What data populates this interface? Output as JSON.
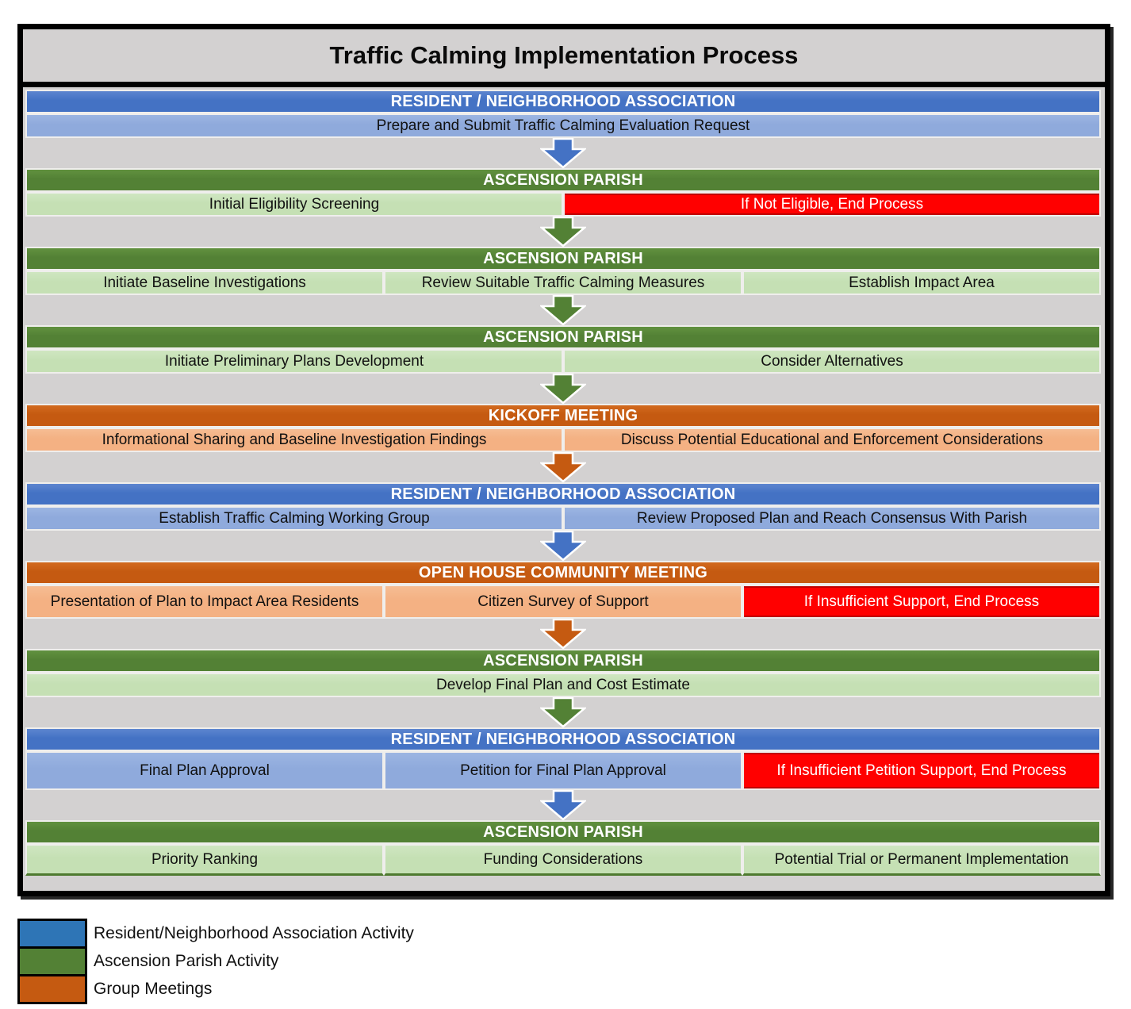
{
  "title": "Traffic Calming Implementation Process",
  "colors": {
    "resident_header": "#4472C4",
    "resident_light": "#8FAADC",
    "parish_header": "#538135",
    "parish_light": "#C5E0B4",
    "meeting_header": "#C55A11",
    "meeting_light": "#F4B183",
    "end_process_red": "#FF0000",
    "legend_resident_blue": "#2E75B6",
    "panel_gray": "#D3D1D1"
  },
  "bands": [
    {
      "type": "resident",
      "header": "RESIDENT / NEIGHBORHOOD ASSOCIATION",
      "cells": [
        {
          "label": "Prepare and Submit Traffic Calming Evaluation Request"
        }
      ],
      "arrow": "resident"
    },
    {
      "type": "parish",
      "header": "ASCENSION PARISH",
      "cells": [
        {
          "label": "Initial Eligibility Screening"
        },
        {
          "label": "If Not Eligible, End Process",
          "variant": "end-process"
        }
      ],
      "arrow": "parish"
    },
    {
      "type": "parish",
      "header": "ASCENSION PARISH",
      "cells": [
        {
          "label": "Initiate Baseline Investigations"
        },
        {
          "label": "Review Suitable Traffic Calming Measures"
        },
        {
          "label": "Establish Impact Area"
        }
      ],
      "arrow": "parish"
    },
    {
      "type": "parish",
      "header": "ASCENSION PARISH",
      "cells": [
        {
          "label": "Initiate Preliminary Plans Development"
        },
        {
          "label": "Consider Alternatives"
        }
      ],
      "arrow": "parish"
    },
    {
      "type": "meeting",
      "header": "KICKOFF MEETING",
      "cells": [
        {
          "label": "Informational Sharing and Baseline Investigation Findings"
        },
        {
          "label": "Discuss Potential Educational and Enforcement Considerations"
        }
      ],
      "arrow": "meeting"
    },
    {
      "type": "resident",
      "header": "RESIDENT / NEIGHBORHOOD ASSOCIATION",
      "cells": [
        {
          "label": "Establish Traffic Calming Working Group"
        },
        {
          "label": "Review Proposed Plan and Reach Consensus With Parish"
        }
      ],
      "arrow": "resident"
    },
    {
      "type": "meeting",
      "header": "OPEN HOUSE COMMUNITY MEETING",
      "cells": [
        {
          "label": "Presentation of Plan to Impact Area Residents"
        },
        {
          "label": "Citizen Survey of Support"
        },
        {
          "label": "If Insufficient Support, End Process",
          "variant": "end-process"
        }
      ],
      "arrow": "meeting"
    },
    {
      "type": "parish",
      "header": "ASCENSION PARISH",
      "cells": [
        {
          "label": "Develop Final Plan and Cost Estimate"
        }
      ],
      "arrow": "parish"
    },
    {
      "type": "resident",
      "header": "RESIDENT / NEIGHBORHOOD ASSOCIATION",
      "cells": [
        {
          "label": "Final Plan Approval"
        },
        {
          "label": "Petition for Final Plan Approval"
        },
        {
          "label": "If Insufficient Petition Support, End Process",
          "variant": "end-process"
        }
      ],
      "arrow": "resident"
    },
    {
      "type": "parish",
      "header": "ASCENSION PARISH",
      "cells": [
        {
          "label": "Priority Ranking"
        },
        {
          "label": "Funding Considerations"
        },
        {
          "label": "Potential Trial or Permanent Implementation"
        }
      ],
      "arrow": null
    }
  ],
  "legend": [
    {
      "type": "resident",
      "label": "Resident/Neighborhood Association Activity"
    },
    {
      "type": "parish",
      "label": "Ascension Parish Activity"
    },
    {
      "type": "meeting",
      "label": "Group Meetings"
    }
  ]
}
